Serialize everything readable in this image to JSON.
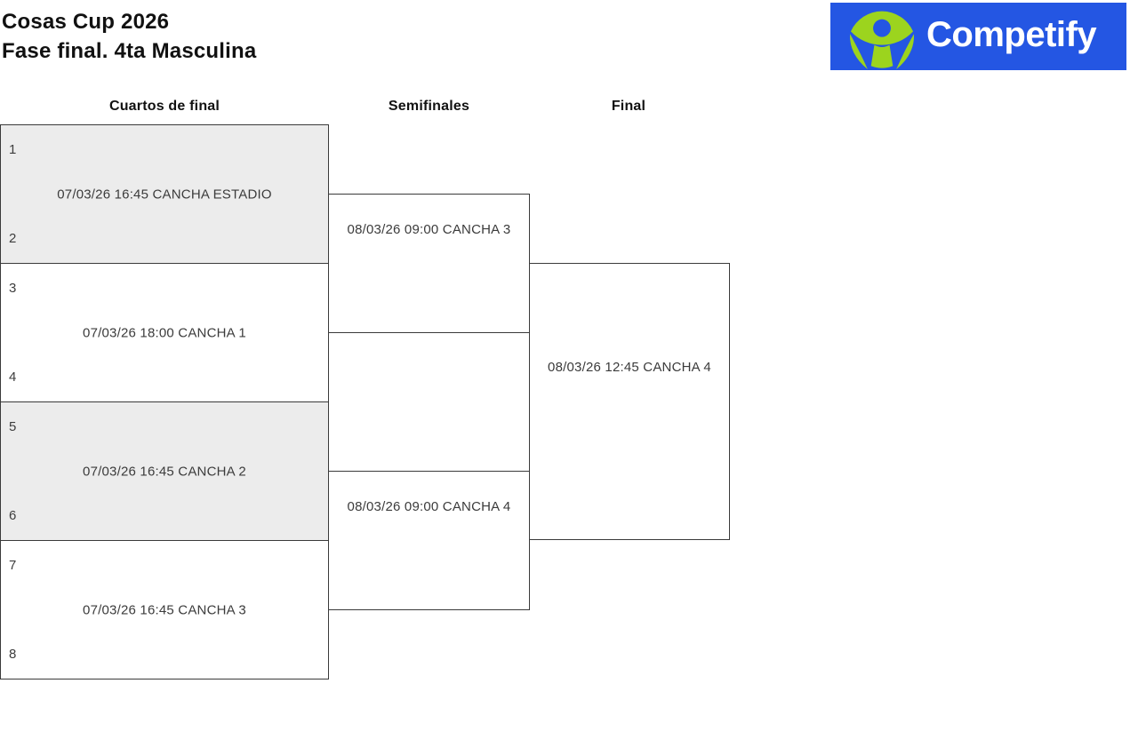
{
  "header": {
    "title_line1": "Cosas Cup 2026",
    "title_line2": "Fase final. 4ta Masculina"
  },
  "logo": {
    "text": "Competify"
  },
  "colors": {
    "brand-blue": "#2456e3",
    "brand-green": "#9cd41e",
    "shade-gray": "#ececec",
    "line-color": "#3a3a3a"
  },
  "bracket": {
    "rounds": [
      {
        "label": "Cuartos de final"
      },
      {
        "label": "Semifinales"
      },
      {
        "label": "Final"
      }
    ],
    "quarterfinals": [
      {
        "seed_top": "1",
        "seed_bottom": "2",
        "schedule": "07/03/26 16:45 CANCHA ESTADIO",
        "shaded": true
      },
      {
        "seed_top": "3",
        "seed_bottom": "4",
        "schedule": "07/03/26 18:00 CANCHA 1",
        "shaded": false
      },
      {
        "seed_top": "5",
        "seed_bottom": "6",
        "schedule": "07/03/26 16:45 CANCHA 2",
        "shaded": true
      },
      {
        "seed_top": "7",
        "seed_bottom": "8",
        "schedule": "07/03/26 16:45 CANCHA 3",
        "shaded": false
      }
    ],
    "semifinals": [
      {
        "schedule": "08/03/26 09:00 CANCHA 3"
      },
      {
        "schedule": "08/03/26 09:00 CANCHA 4"
      }
    ],
    "final": {
      "schedule": "08/03/26 12:45 CANCHA 4"
    }
  }
}
